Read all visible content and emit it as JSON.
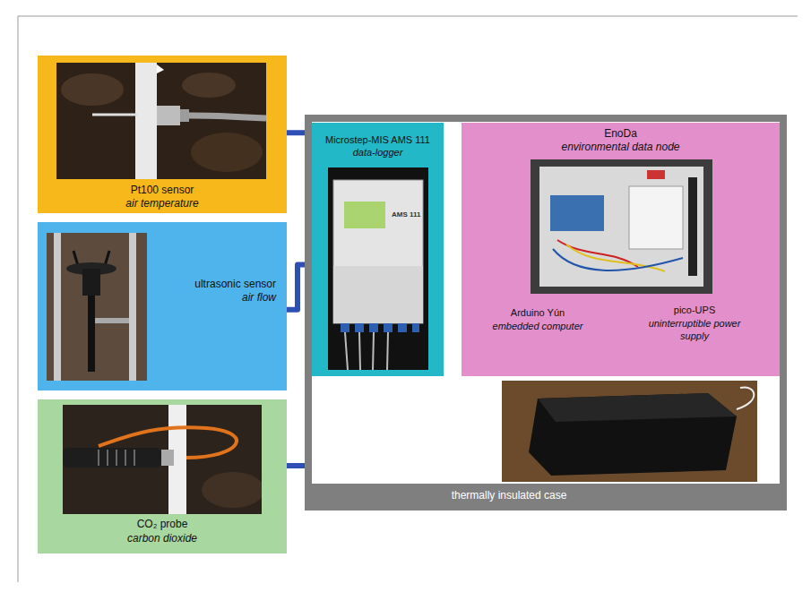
{
  "diagram": {
    "nodes": [
      {
        "text": [
          "Pt100 sensor",
          "air temperature"
        ]
      },
      {
        "text": [
          "ultrasonic sensor",
          "air flow"
        ]
      },
      {
        "text": [
          "CO₂ probe",
          "carbon dioxide"
        ]
      },
      {
        "text": [
          "thermally insulated case"
        ]
      },
      {
        "text": [
          "Microstep-MIS AMS 111",
          "data-logger"
        ],
        "in": 3
      },
      {
        "text": [
          "EnoDa",
          "environmental data node",
          "Arduino Yún",
          "embedded computer",
          "pico-UPS",
          "uninterruptible power supply"
        ],
        "in": 3
      }
    ],
    "edges": [
      {
        "from": 0,
        "to": 4,
        "arrow": "none"
      },
      {
        "from": 1,
        "to": 4,
        "arrow": "none"
      },
      {
        "from": 2,
        "to": 4,
        "arrow": "none"
      },
      {
        "from": 4,
        "to": 5,
        "arrow": "none"
      }
    ],
    "labels": [
      "AMS 111"
    ]
  }
}
